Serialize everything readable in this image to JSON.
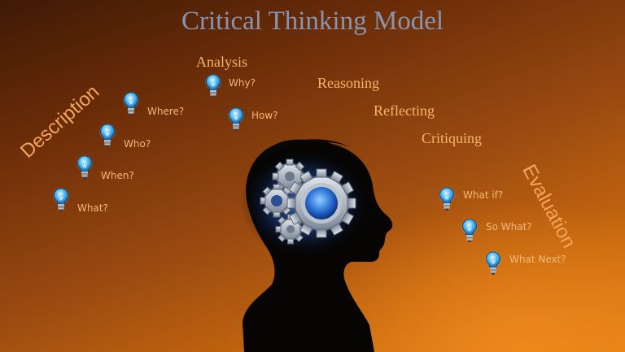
{
  "title": "Critical Thinking Model",
  "stages": {
    "analysis": "Analysis",
    "reasoning": "Reasoning",
    "reflecting": "Reflecting",
    "critiquing": "Critiquing"
  },
  "groups": {
    "description": "Description",
    "evaluation": "Evaluation"
  },
  "description_questions": [
    "Where?",
    "Who?",
    "When?",
    "What?"
  ],
  "analysis_questions": [
    "Why?",
    "How?"
  ],
  "evaluation_questions": [
    "What if?",
    "So What?",
    "What Next?"
  ],
  "colors": {
    "title": "#8796b0",
    "labels": "#f4a558",
    "bulb": "#5fc4f5",
    "gear": "#9aa6b4"
  }
}
